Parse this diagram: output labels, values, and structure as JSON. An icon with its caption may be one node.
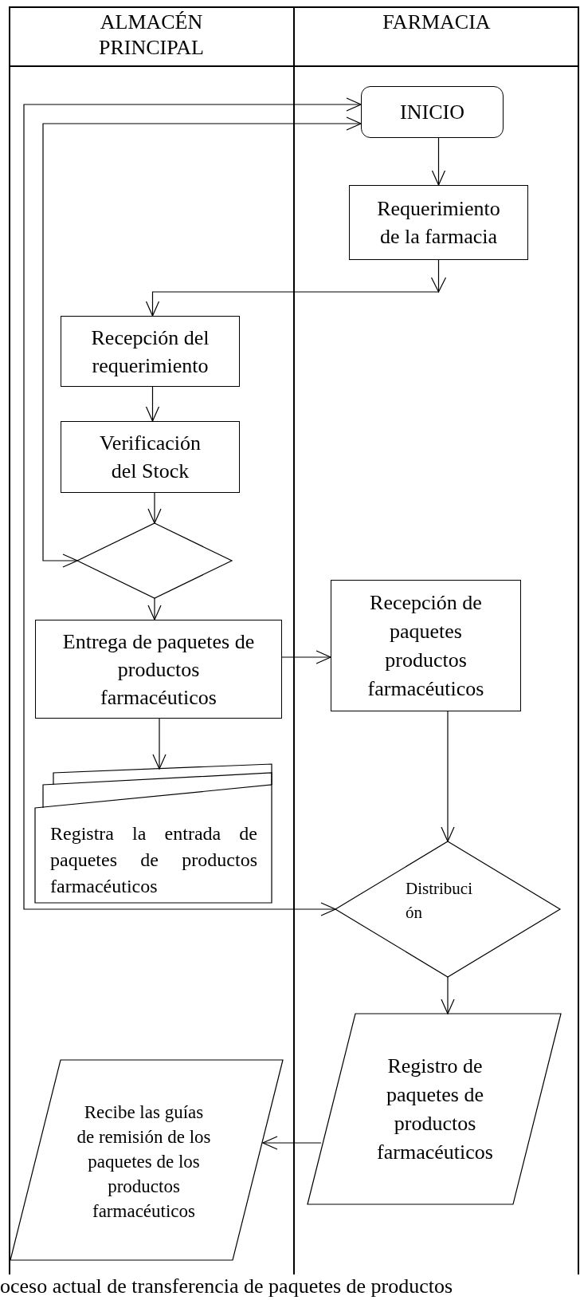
{
  "diagram": {
    "caption": "oceso actual de transferencia de paquetes de productos",
    "nodes": [
      {
        "text": [
          "ALMACÉN PRINCIPAL"
        ]
      },
      {
        "text": [
          "FARMACIA"
        ]
      },
      {
        "text": [
          "INICIO"
        ],
        "in": 1
      },
      {
        "text": [
          "Requerimiento de la farmacia"
        ],
        "in": 1
      },
      {
        "text": [
          "Recepción del requerimiento"
        ],
        "in": 0
      },
      {
        "text": [
          "Verificación del Stock"
        ],
        "in": 0
      },
      {
        "text": [],
        "shape": "diamond",
        "in": 0
      },
      {
        "text": [
          "Entrega de paquetes de productos farmacéuticos"
        ],
        "in": 0
      },
      {
        "text": [
          "Recepción de paquetes productos farmacéuticos"
        ],
        "in": 1
      },
      {
        "text": [
          "Registra la entrada de paquetes de productos farmacéuticos"
        ],
        "in": 0
      },
      {
        "text": [
          "Distribuci ón"
        ],
        "in": 1
      },
      {
        "text": [
          "Registro de paquetes de productos farmacéuticos"
        ],
        "in": 1
      },
      {
        "text": [
          "Recibe las guías de remisión de los paquetes de los productos farmacéuticos"
        ],
        "in": 0
      }
    ],
    "edges": [
      {
        "from": 2,
        "to": 3,
        "arrow": "to"
      },
      {
        "from": 3,
        "to": 4,
        "arrow": "to"
      },
      {
        "from": 4,
        "to": 5,
        "arrow": "to"
      },
      {
        "from": 5,
        "to": 6,
        "arrow": "to"
      },
      {
        "from": 6,
        "to": 7,
        "arrow": "to"
      },
      {
        "from": 7,
        "to": 8,
        "arrow": "to"
      },
      {
        "from": 7,
        "to": 9,
        "arrow": "to"
      },
      {
        "from": 8,
        "to": 10,
        "arrow": "to"
      },
      {
        "from": 10,
        "to": 11,
        "arrow": "to"
      },
      {
        "from": 11,
        "to": 12,
        "arrow": "to"
      },
      {
        "from": 6,
        "to": 2,
        "arrow": "both"
      },
      {
        "from": 10,
        "to": 2,
        "arrow": "both"
      }
    ]
  }
}
